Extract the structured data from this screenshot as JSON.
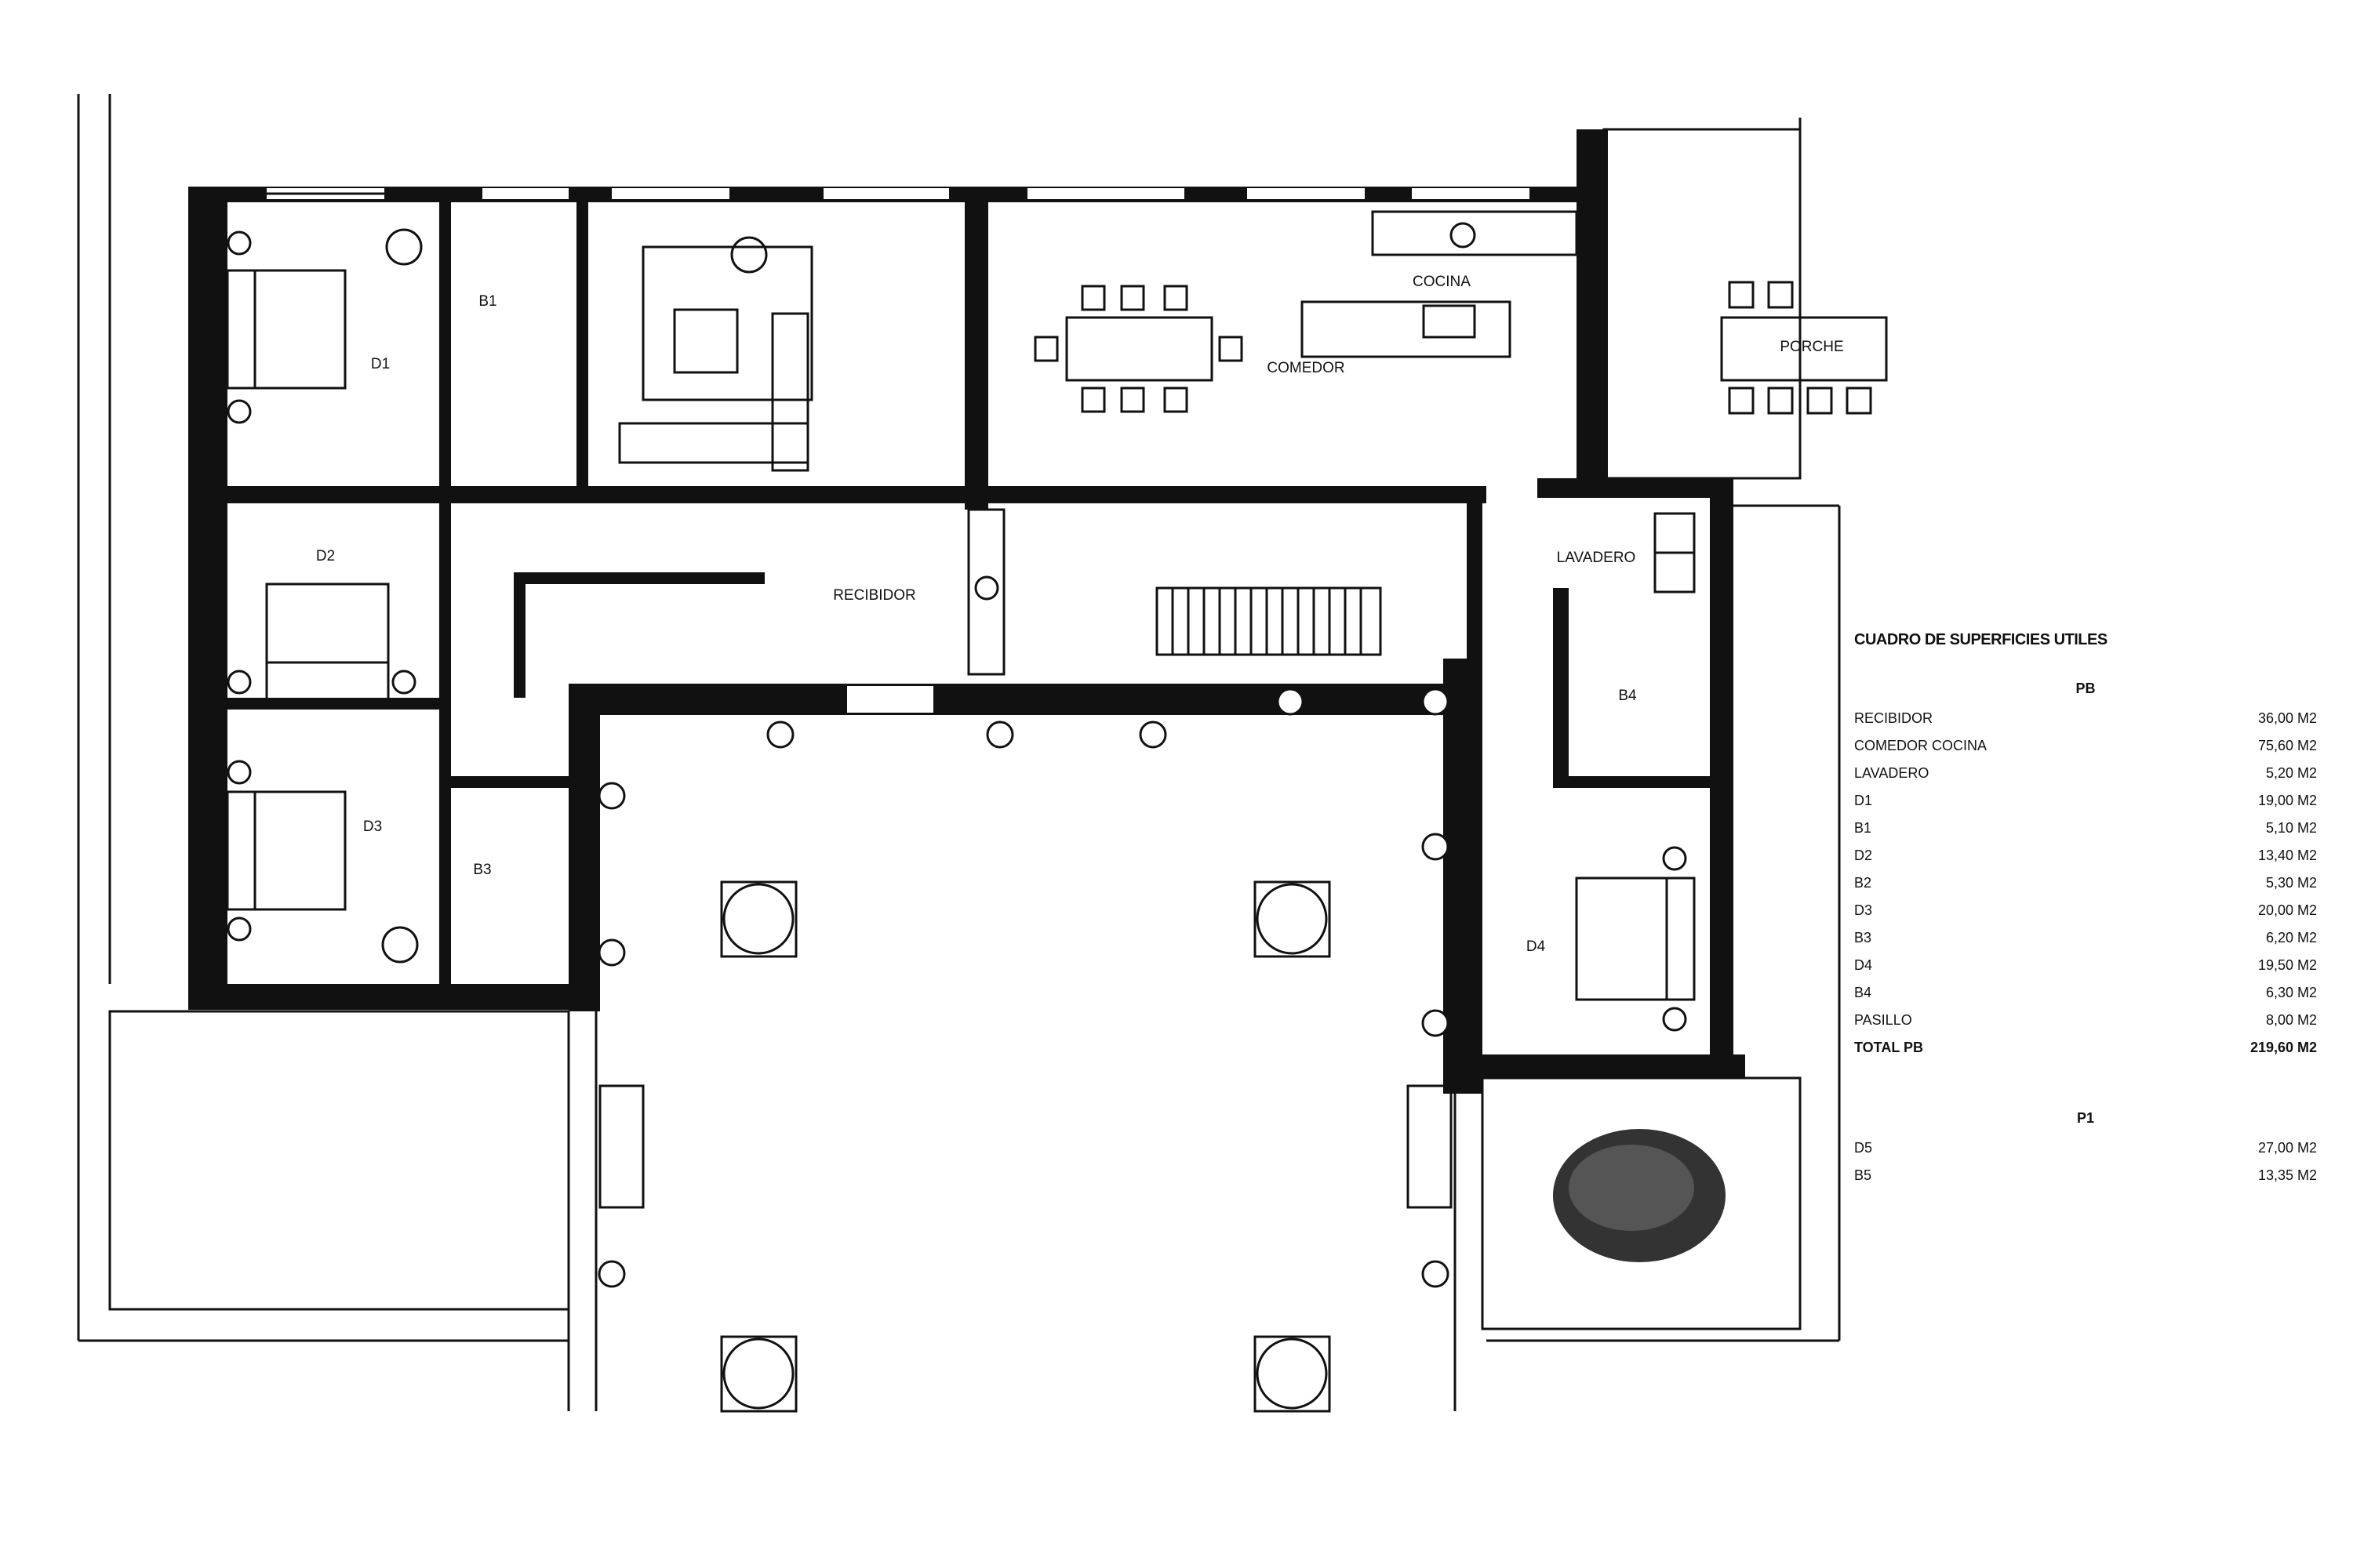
{
  "rooms": {
    "d1": "D1",
    "b1": "B1",
    "d2": "D2",
    "d3": "D3",
    "b3": "B3",
    "recibidor": "RECIBIDOR",
    "comedor": "COMEDOR",
    "cocina": "COCINA",
    "porche": "PORCHE",
    "lavadero": "LAVADERO",
    "b4": "B4",
    "d4": "D4"
  },
  "schedule": {
    "title": "CUADRO DE SUPERFICIES UTILES",
    "groups": [
      {
        "name": "PB",
        "rows": [
          {
            "label": "RECIBIDOR",
            "value": "36,00 M2"
          },
          {
            "label": "COMEDOR COCINA",
            "value": "75,60 M2"
          },
          {
            "label": "LAVADERO",
            "value": "5,20 M2"
          },
          {
            "label": "D1",
            "value": "19,00 M2"
          },
          {
            "label": "B1",
            "value": "5,10 M2"
          },
          {
            "label": "D2",
            "value": "13,40 M2"
          },
          {
            "label": "B2",
            "value": "5,30 M2"
          },
          {
            "label": "D3",
            "value": "20,00 M2"
          },
          {
            "label": "B3",
            "value": "6,20 M2"
          },
          {
            "label": "D4",
            "value": "19,50 M2"
          },
          {
            "label": "B4",
            "value": "6,30 M2"
          },
          {
            "label": "PASILLO",
            "value": "8,00 M2"
          }
        ],
        "total": {
          "label": "TOTAL PB",
          "value": "219,60 M2"
        }
      },
      {
        "name": "P1",
        "rows": [
          {
            "label": "D5",
            "value": "27,00 M2"
          },
          {
            "label": "B5",
            "value": "13,35 M2"
          }
        ]
      }
    ]
  }
}
